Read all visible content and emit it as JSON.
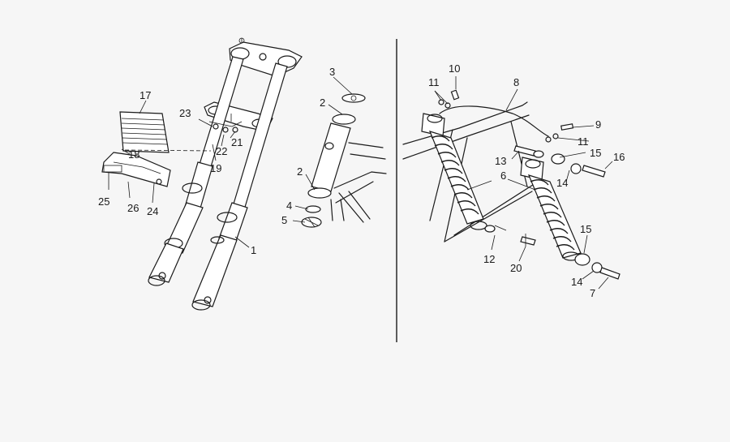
{
  "diagram": {
    "background": "#f6f6f6",
    "ink": "#1b1b1b",
    "panels": [
      {
        "id": "front-fork",
        "callouts": [
          "17",
          "23",
          "21",
          "22",
          "18",
          "19",
          "25",
          "26",
          "24",
          "1",
          "3",
          "2",
          "2",
          "4",
          "5"
        ]
      },
      {
        "id": "rear-shock",
        "callouts": [
          "10",
          "8",
          "11",
          "9",
          "11",
          "13",
          "15",
          "16",
          "6",
          "14",
          "15",
          "12",
          "20",
          "14",
          "7"
        ]
      }
    ]
  }
}
